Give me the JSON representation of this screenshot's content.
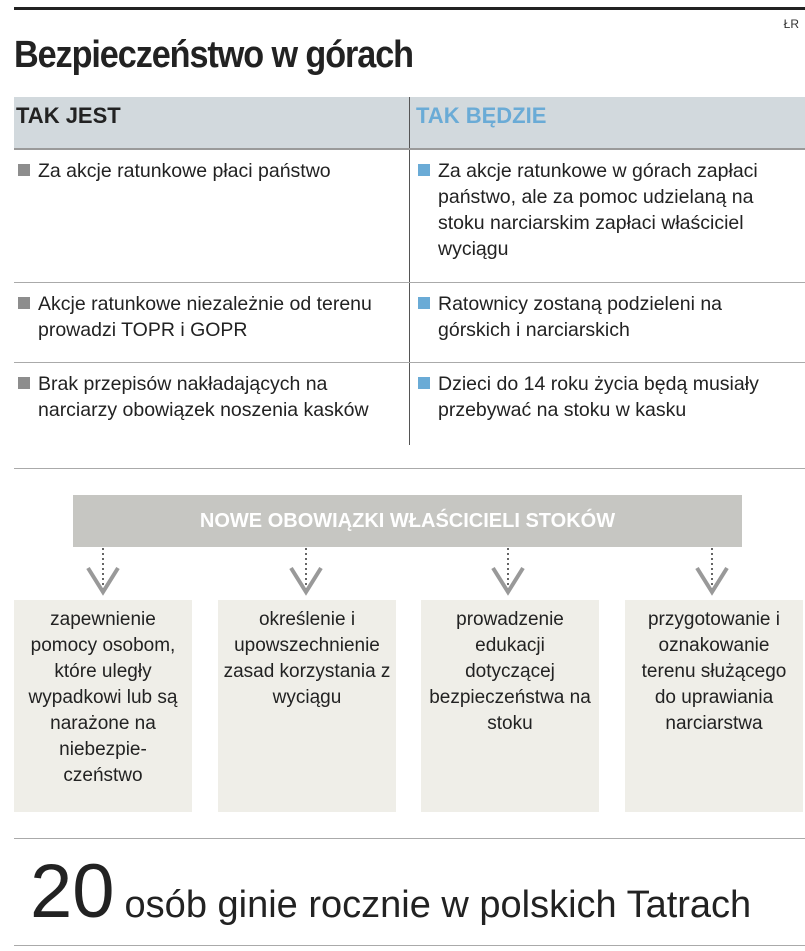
{
  "credit": "ŁR",
  "title": "Bezpieczeństwo w górach",
  "table": {
    "headers": [
      "TAK JEST",
      "TAK BĘDZIE"
    ],
    "rows": [
      {
        "now": "Za akcje ratunkowe płaci państwo",
        "future": "Za akcje ratunkowe w górach zapłaci państwo, ale za pomoc udzielaną na stoku narciarskim zapłaci właściciel wyciągu"
      },
      {
        "now": "Akcje ratunkowe niezależnie od terenu  prowadzi TOPR i GOPR",
        "future": "Ratownicy zostaną podzieleni na górskich i narciarskich"
      },
      {
        "now": "Brak przepisów nakładających na narciarzy obowiązek noszenia kasków",
        "future": "Dzieci do 14 roku życia będą musiały przebywać na stoku w kasku"
      }
    ]
  },
  "duties": {
    "title": "NOWE OBOWIĄZKI WŁAŚCICIELI STOKÓW",
    "items": [
      "zapewnienie pomocy osobom, które uległy wypadkowi lub są narażone na niebezpie-czeństwo",
      "określenie i upowszechnienie zasad korzystania z wyciągu",
      "prowadzenie edukacji dotyczącej bezpieczeństwa na stoku",
      "przygotowanie i oznakowanie terenu służącego do uprawiania narciarstwa"
    ]
  },
  "stat": {
    "number": "20",
    "text": "osób ginie rocznie w polskich Tatrach"
  },
  "colors": {
    "accent": "#6aabd6",
    "header_bg": "#d2d9dd",
    "banner_bg": "#c6c6c2",
    "box_bg": "#efeee8"
  }
}
